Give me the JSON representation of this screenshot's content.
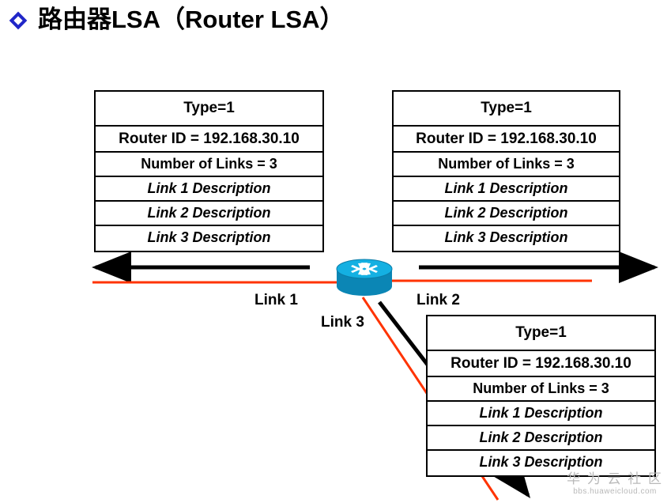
{
  "slide": {
    "title": "路由器LSA（Router LSA）",
    "bullet_icon": "diamond-bullet-icon",
    "accent_color": "#2026c8"
  },
  "tables": {
    "left": {
      "name": "lsa-table-left",
      "rows": [
        "Type=1",
        "Router ID = 192.168.30.10",
        "Number of Links = 3",
        "Link 1 Description",
        "Link 2 Description",
        "Link 3 Description"
      ]
    },
    "right": {
      "name": "lsa-table-right",
      "rows": [
        "Type=1",
        "Router ID = 192.168.30.10",
        "Number of Links = 3",
        "Link 1 Description",
        "Link 2 Description",
        "Link 3 Description"
      ]
    },
    "bottom": {
      "name": "lsa-table-bottom",
      "rows": [
        "Type=1",
        "Router ID = 192.168.30.10",
        "Number of Links = 3",
        "Link 1 Description",
        "Link 2 Description",
        "Link 3 Description"
      ]
    }
  },
  "labels": {
    "link1": "Link 1",
    "link2": "Link 2",
    "link3": "Link 3"
  },
  "router": {
    "icon": "router-icon",
    "body_color": "#0aa3d2",
    "top_color": "#24b5e0",
    "side_color": "#0b7fae"
  },
  "connectors": {
    "black_color": "#000000",
    "red_color": "#ff3300"
  },
  "watermark": {
    "main": "华 为 云 社 区",
    "sub": "bbs.huaweicloud.com"
  }
}
